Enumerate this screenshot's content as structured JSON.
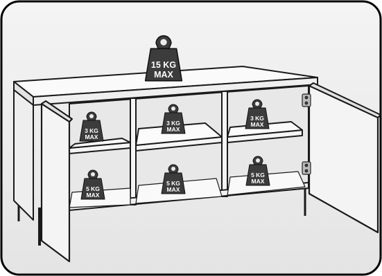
{
  "weights": {
    "top": {
      "label_line1": "15 KG",
      "label_line2": "MAX"
    },
    "upper_left": {
      "label_line1": "3 KG",
      "label_line2": "MAX"
    },
    "upper_center": {
      "label_line1": "3 KG",
      "label_line2": "MAX"
    },
    "upper_right": {
      "label_line1": "3 KG",
      "label_line2": "MAX"
    },
    "lower_left": {
      "label_line1": "5 KG",
      "label_line2": "MAX"
    },
    "lower_center": {
      "label_line1": "5 KG",
      "label_line2": "MAX"
    },
    "lower_right": {
      "label_line1": "5 KG",
      "label_line2": "MAX"
    }
  },
  "colors": {
    "frame_border": "#000000",
    "background": "#ebebeb",
    "cabinet_fill": "#f7f7f7",
    "interior_fill": "#e6e6e6",
    "weight_fill": "#3c3c3c"
  }
}
